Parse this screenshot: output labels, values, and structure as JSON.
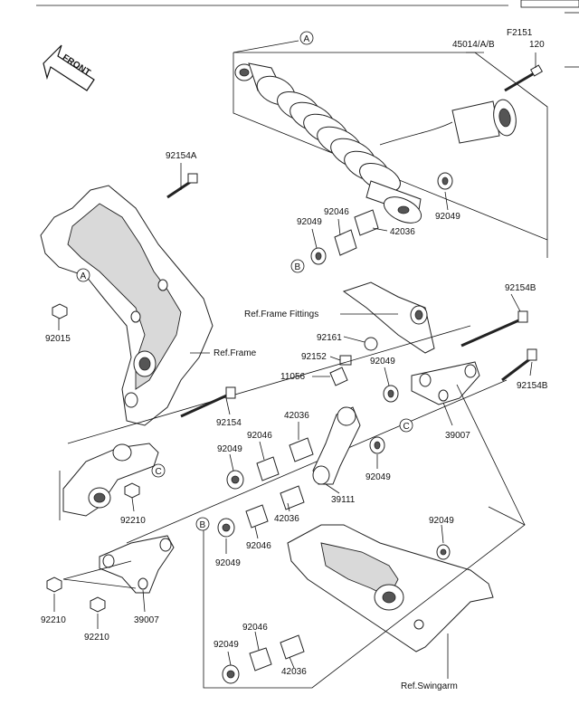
{
  "figure_code": "F2151",
  "front_label": "FRONT",
  "callouts": {
    "A": "A",
    "B": "B",
    "C": "C"
  },
  "parts": {
    "p45014": "45014/A/B",
    "p120": "120",
    "p92154A": "92154A",
    "p92015": "92015",
    "p92046_top": "92046",
    "p92049_top_l": "92049",
    "p42036_top": "42036",
    "p92049_top_r": "92049",
    "p92154B_top": "92154B",
    "p92161": "92161",
    "p92152": "92152",
    "p11056": "11056",
    "p92049_mid": "92049",
    "p92154B_right": "92154B",
    "p92154": "92154",
    "p39007_right": "39007",
    "p42036_mid": "42036",
    "p92046_mid": "92046",
    "p92049_midl": "92049",
    "p92049_c": "92049",
    "p92210_left": "92210",
    "p39111": "39111",
    "p42036_low": "42036",
    "p92046_low": "92046",
    "p92049_low": "92049",
    "p92049_right": "92049",
    "p92210_a": "92210",
    "p92210_b": "92210",
    "p39007_left": "39007",
    "p92046_bot": "92046",
    "p92049_bot": "92049",
    "p42036_bot": "42036"
  },
  "refs": {
    "frame_fittings": "Ref.Frame Fittings",
    "frame": "Ref.Frame",
    "swingarm": "Ref.Swingarm"
  }
}
